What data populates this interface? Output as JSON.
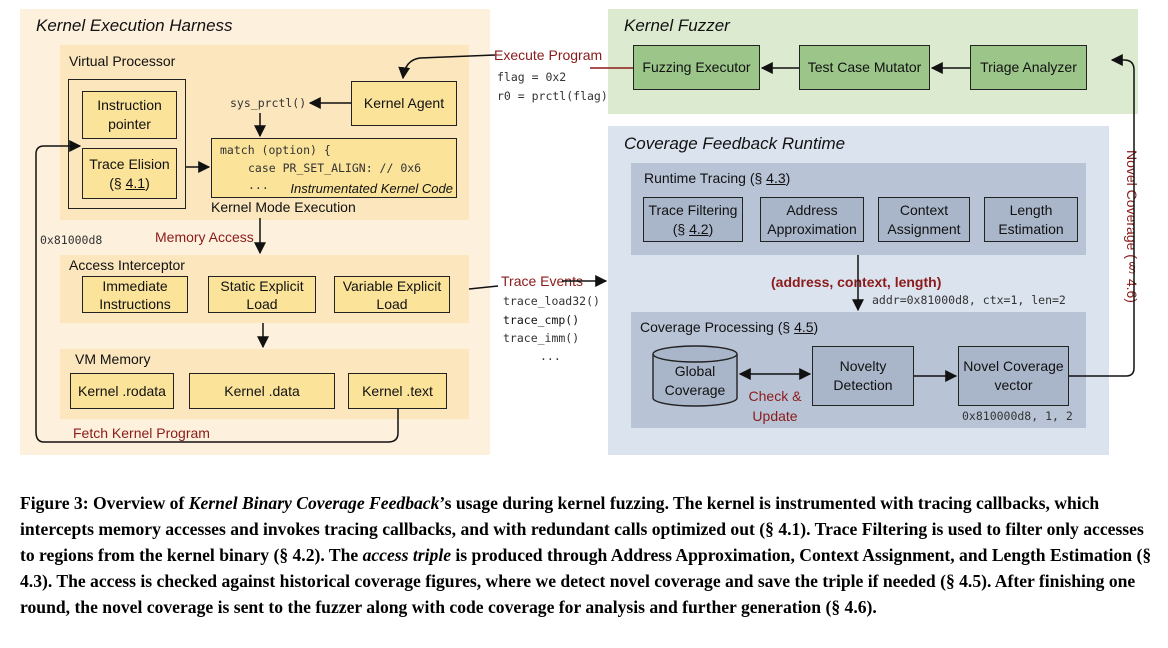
{
  "harness": {
    "title": "Kernel Execution Harness",
    "virtual_processor": "Virtual Processor",
    "instruction_pointer": "Instruction pointer",
    "trace_elision": "Trace Elision",
    "trace_elision_ref_pre": "(§ ",
    "trace_elision_ref": "4.1",
    "trace_elision_ref_post": ")",
    "sys_prctl": "sys_prctl()",
    "kernel_agent": "Kernel Agent",
    "code_line1": "match (option) {",
    "code_line2": "case PR_SET_ALIGN: // 0x6",
    "code_line3": "...",
    "instrumented_label": "Instrumentated Kernel Code",
    "kernel_mode_execution": "Kernel Mode Execution",
    "address_left": "0x81000d8",
    "memory_access": "Memory Access",
    "access_interceptor": "Access Interceptor",
    "immediate": "Immediate Instructions",
    "static_load": "Static Explicit Load",
    "variable_load": "Variable Explicit Load",
    "vm_memory": "VM Memory",
    "rodata": "Kernel .rodata",
    "data": "Kernel .data",
    "text": "Kernel .text",
    "fetch": "Fetch Kernel Program"
  },
  "middle": {
    "execute_program": "Execute Program",
    "flag": "flag = 0x2",
    "r0": "r0 = prctl(flag)",
    "trace_events": "Trace Events",
    "trace_load32": "trace_load32()",
    "trace_cmp": "trace_cmp()",
    "trace_imm": "trace_imm()",
    "dots": "..."
  },
  "fuzzer": {
    "title": "Kernel Fuzzer",
    "executor": "Fuzzing Executor",
    "mutator": "Test Case Mutator",
    "triage": "Triage Analyzer"
  },
  "runtime": {
    "title": "Coverage Feedback Runtime",
    "tracing_title_pre": "Runtime Tracing (§ ",
    "tracing_ref": "4.3",
    "tracing_title_post": ")",
    "trace_filtering": "Trace Filtering",
    "trace_filtering_ref_pre": "(§ ",
    "trace_filtering_ref": "4.2",
    "trace_filtering_ref_post": ")",
    "address_approx": "Address Approximation",
    "context_assign": "Context Assignment",
    "length_est": "Length Estimation",
    "triple": "(address, context, length)",
    "triple_values": "addr=0x81000d8, ctx=1, len=2",
    "processing_title_pre": "Coverage Processing (§ ",
    "processing_ref": "4.5",
    "processing_title_post": ")",
    "global_coverage": "Global Coverage",
    "check_update": "Check & Update",
    "novelty": "Novelty Detection",
    "novel_vector": "Novel Coverage vector",
    "vector_values": "0x810000d8, 1, 2",
    "novel_coverage_side": "Novel Coverage (§ 4.6)"
  },
  "caption": {
    "lead": "Figure 3: Overview of ",
    "lead_it": "Kernel Binary Coverage Feedback",
    "body1": "’s usage during kernel fuzzing. The kernel is instrumented with tracing callbacks, which intercepts memory accesses and invokes tracing callbacks, and with redundant calls optimized out (§ 4.1). Trace Filtering is used to filter only accesses to regions from the kernel binary (§ 4.2). The ",
    "body_it": "access triple",
    "body2": " is produced through Address Approximation, Context Assignment, and Length Estimation (§ 4.3). The access is checked against historical coverage figures, where we detect novel coverage and save the triple if needed (§ 4.5). After finishing one round, the novel coverage is sent to the fuzzer along with code coverage for analysis and further generation (§ 4.6)."
  },
  "colors": {
    "harness_bg": "#fdf1de",
    "inner_bg": "#fbe6bd",
    "box_yellow": "#fbe39a",
    "fuzzer_bg": "#dcebcf",
    "box_green": "#9cc58a",
    "runtime_bg": "#dbe3ee",
    "inner_blue": "#b8c4d6",
    "box_blue": "#a9b6ca",
    "accent_red": "#8b1a1a"
  }
}
